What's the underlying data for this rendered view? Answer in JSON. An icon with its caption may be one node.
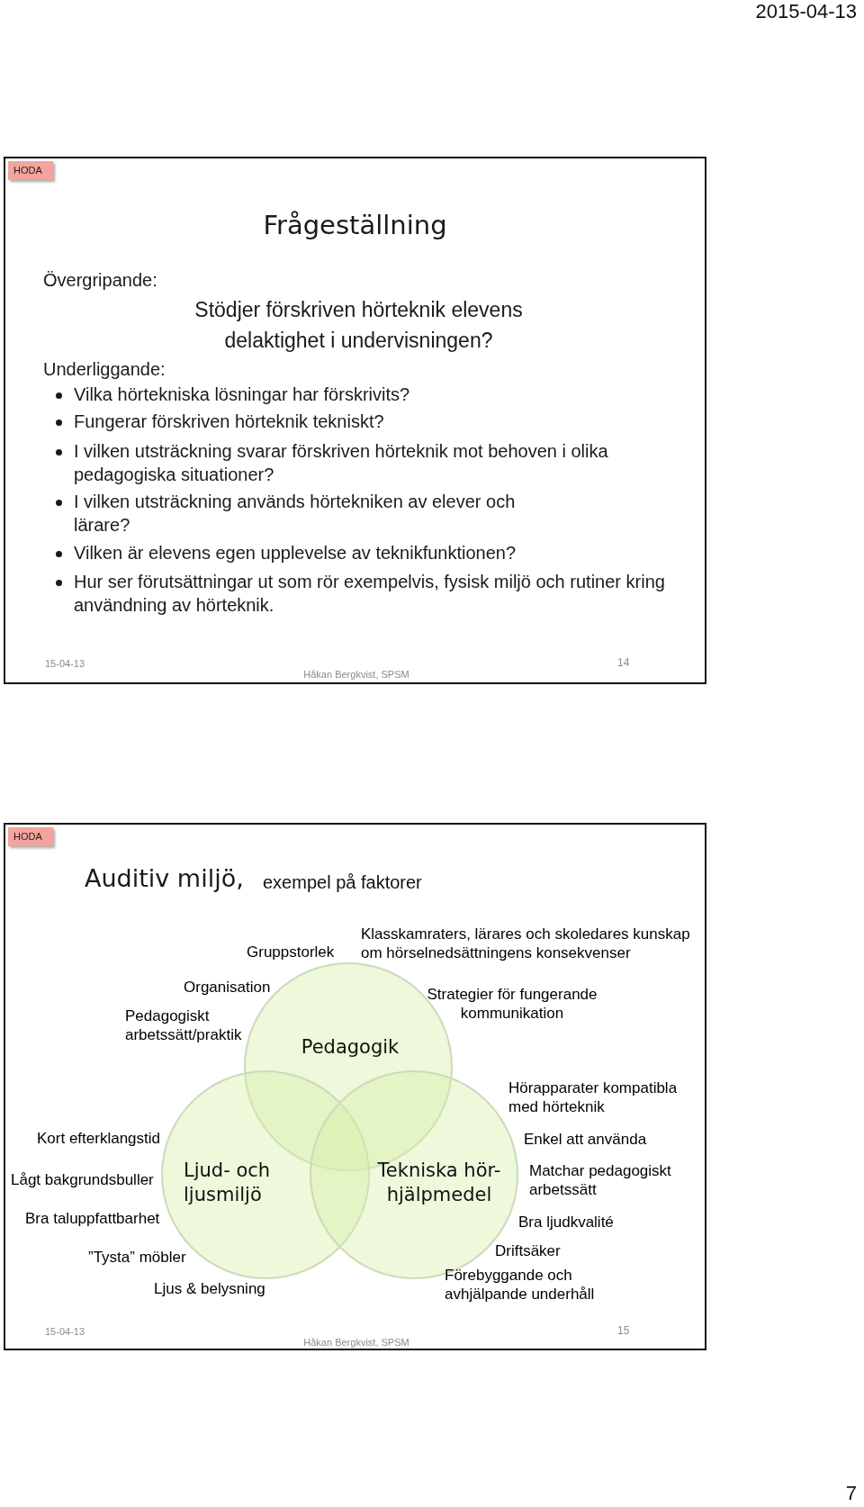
{
  "diagram": {
    "nodes": [
      {
        "text": [
          "Frågeställning",
          "Övergripande:",
          "Stödjer förskriven hörteknik elevens delaktighet i undervisningen?",
          "Underliggande:",
          "Vilka hörtekniska lösningar har förskrivits?",
          "Fungerar förskriven hörteknik tekniskt?",
          "I vilken utsträckning svarar förskriven hörteknik mot behoven i olika pedagogiska situationer?",
          "I vilken utsträckning används hörtekniken av elever och lärare?",
          "Vilken är elevens egen upplevelse av teknikfunktionen?",
          "Hur ser förutsättningar ut som rör exempelvis, fysisk miljö och rutiner kring användning av hörteknik.",
          "15-04-13",
          "Håkan Bergkvist, SPSM",
          "14"
        ]
      },
      {
        "text": [
          "HODA"
        ],
        "in": 0
      },
      {
        "text": [
          "Auditiv miljö,",
          "exempel på faktorer",
          "Gruppstorlek",
          "Klasskamraters, lärares och skoledares kunskap om hörselnedsättningens konsekvenser",
          "Organisation",
          "Strategier för fungerande kommunikation",
          "Pedagogiskt arbetssätt/praktik",
          "Hörapparater kompatibla med hörteknik",
          "Kort efterklangstid",
          "Enkel att använda",
          "Lågt bakgrundsbuller",
          "Matchar pedagogiskt arbetssätt",
          "Bra taluppfattbarhet",
          "Bra ljudkvalité",
          "Driftsäker",
          "”Tysta” möbler",
          "Ljus & belysning",
          "Förebyggande och avhjälpande underhåll",
          "15-04-13",
          "Håkan Bergkvist, SPSM",
          "15"
        ]
      },
      {
        "text": [
          "HODA"
        ],
        "in": 2
      },
      {
        "text": [
          "Pedagogik"
        ],
        "in": 2
      },
      {
        "text": [
          "Ljud- och ljusmiljö"
        ],
        "in": 2
      },
      {
        "text": [
          "Tekniska hör- hjälpmedel"
        ],
        "in": 2
      }
    ],
    "labels": [
      "2015-04-13",
      "7"
    ]
  }
}
